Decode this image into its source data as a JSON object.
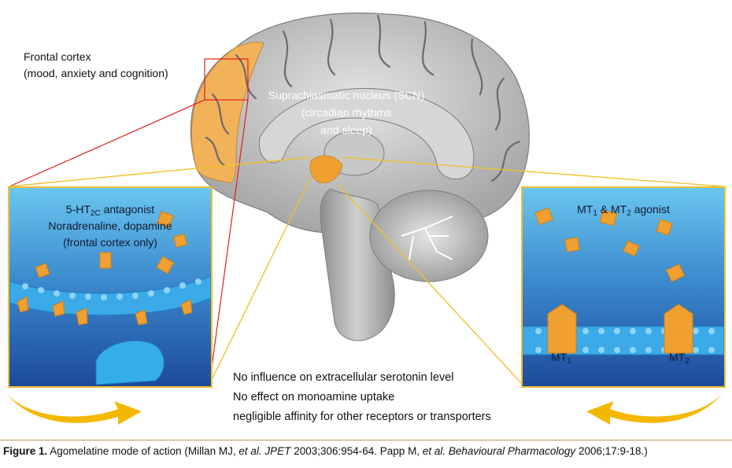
{
  "labels": {
    "frontal_cortex": {
      "line1": "Frontal cortex",
      "line2": "(mood, anxiety and cognition)"
    },
    "scn": {
      "line1": "Suprachiasmatic nucleus (SCN)",
      "line2": "(circadian rhythms",
      "line3": "and sleep)"
    }
  },
  "left_panel": {
    "receptor_base": "5-HT",
    "receptor_sub": "2C",
    "receptor_suffix": " antagonist",
    "line2": "Noradrenaline, dopamine",
    "line3": "(frontal cortex only)"
  },
  "right_panel": {
    "mt1": "MT",
    "mt1_sub": "1",
    "amp": " & MT",
    "mt2_sub": "2",
    "suffix": " agonist",
    "receptor1": "MT",
    "receptor1_sub": "1",
    "receptor2": "MT",
    "receptor2_sub": "2"
  },
  "effects": [
    "No influence on extracellular serotonin level",
    "No effect on monoamine uptake",
    "negligible affinity for other receptors or transporters"
  ],
  "caption": {
    "figure_label": "Figure 1.",
    "text1": " Agomelatine mode of action (Millan MJ, ",
    "et_al_1": "et al.",
    "journal1": " JPET",
    "text2": " 2003;306:954-64. Papp M, ",
    "et_al_2": "et al.",
    "journal2": " Behavioural Pharmacology",
    "text3": " 2006;17:9-18.)"
  },
  "colors": {
    "panel_border": "#f0c030",
    "highlight_orange": "#f0a030",
    "brain_grey": "#b9b9b9",
    "callout_red": "#e02020",
    "membrane_blue": "#3aaae8",
    "arrow_yellow": "#f5b800"
  }
}
